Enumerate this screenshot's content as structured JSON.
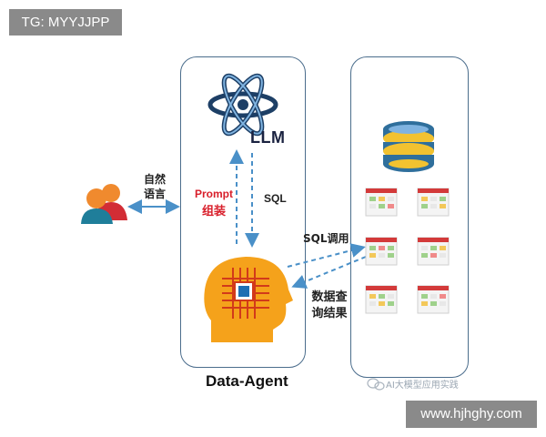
{
  "tag_label": "TG: MYYJJPP",
  "llm_label": "LLM",
  "agent_label": "Data-Agent",
  "prompt_label": "Prompt",
  "prompt_cn_label": "组装",
  "sql_label": "SQL",
  "natural_language_label": "自然语言",
  "sql_call_label": "SQL调用",
  "query_result_label": "数据查询结果",
  "watermark_label": "AI大模型应用实践",
  "site_label": "www.hjhghy.com",
  "colors": {
    "arrow": "#4a90c8",
    "panel_border": "#4b6d8c",
    "head_orange": "#f5a21b",
    "prompt_red": "#d81e2a",
    "db_blue": "#2f6f9c",
    "db_yellow": "#f2c230"
  }
}
